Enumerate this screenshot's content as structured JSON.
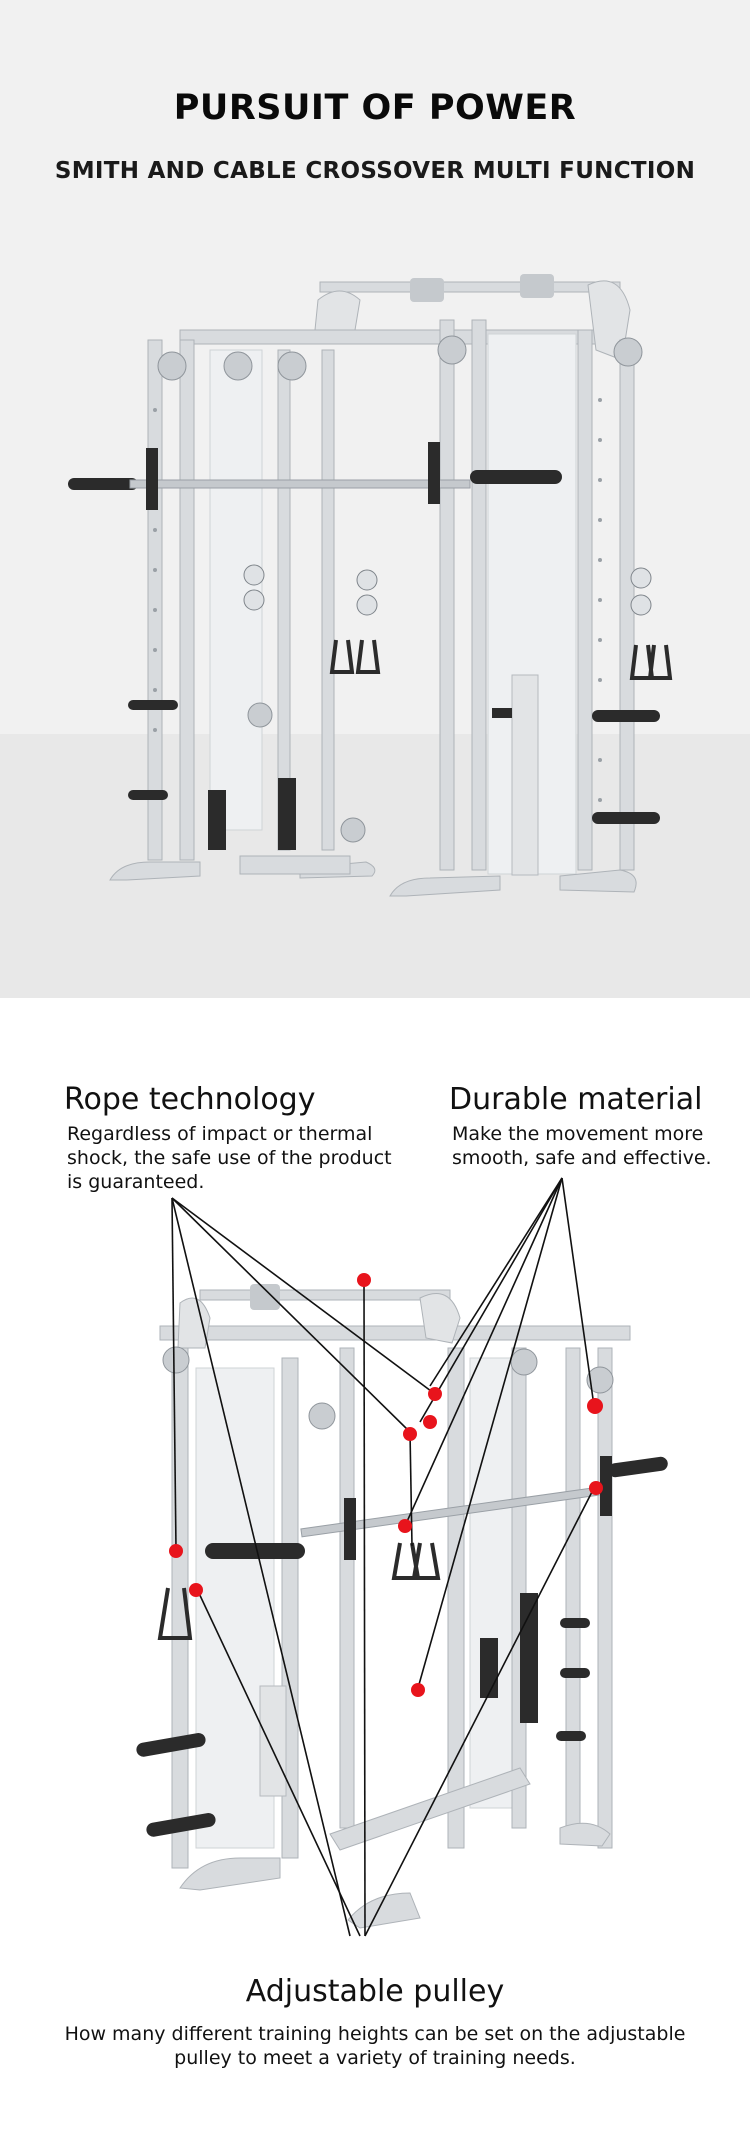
{
  "hero": {
    "title": "PURSUIT OF POWER",
    "subtitle": "SMITH AND CABLE CROSSOVER MULTI FUNCTION",
    "background_color": "#f1f1f1",
    "floor_color": "#e8e8e8"
  },
  "features": {
    "rope": {
      "title": "Rope technology",
      "text": "Regardless of impact or thermal shock, the safe use of the product is guaranteed."
    },
    "durable": {
      "title": "Durable material",
      "text": "Make the movement more smooth, safe and effective."
    },
    "pulley": {
      "title": "Adjustable pulley",
      "text": "How many different training heights can be set on the adjustable pulley to meet a variety of training needs."
    },
    "marker_color": "#e8141c"
  },
  "colors": {
    "frame": "#d8dbde",
    "frame_shadow": "#aeb3b8",
    "panel": "#eef0f2",
    "dark": "#2b2b2b"
  }
}
